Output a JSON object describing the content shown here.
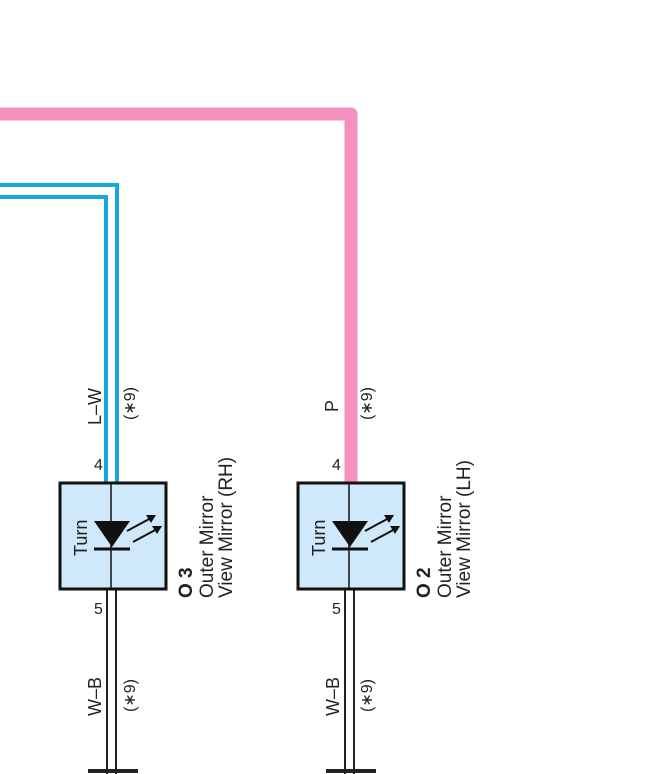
{
  "colors": {
    "pink_wire": "#f48fbf",
    "blue_wire": "#1aa7e0",
    "box_fill": "#cfe9fa",
    "box_stroke": "#111111",
    "gnd_wire": "#222222"
  },
  "wires": {
    "p_wire_label": "P",
    "lw_wire_label": "L–W",
    "wb_wire_label": "W–B",
    "note": "(∗9)"
  },
  "components": [
    {
      "code": "O 3",
      "name_line1": "Outer Mirror",
      "name_line2": "View Mirror (RH)",
      "element_label": "Turn",
      "top_pin": "4",
      "bottom_pin": "5",
      "top_wire_label": "L–W",
      "bottom_wire_label": "W–B",
      "note": "(∗9)"
    },
    {
      "code": "O 2",
      "name_line1": "Outer Mirror",
      "name_line2": "View Mirror (LH)",
      "element_label": "Turn",
      "top_pin": "4",
      "bottom_pin": "5",
      "top_wire_label": "P",
      "bottom_wire_label": "W–B",
      "note": "(∗9)"
    }
  ]
}
